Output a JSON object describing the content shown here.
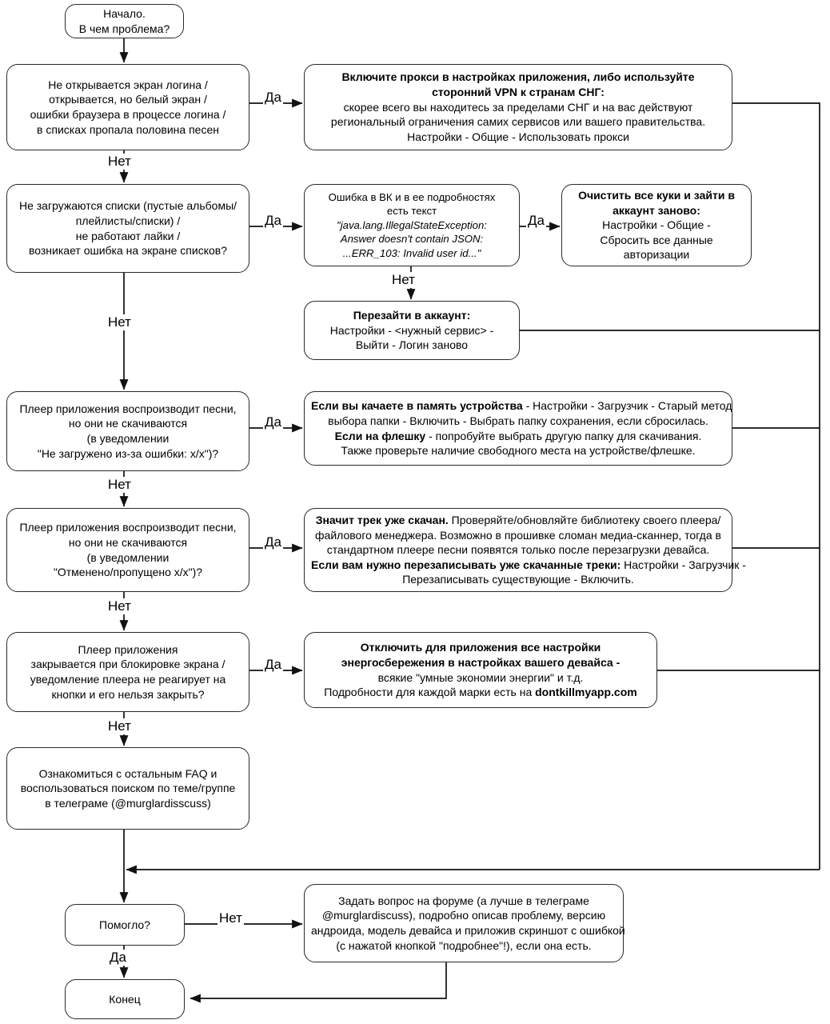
{
  "diagram": {
    "title": "Murglar troubleshooting flowchart",
    "language": "ru",
    "colors": {
      "stroke": "#2b2b2b",
      "text": "#000000",
      "background": "#ffffff"
    },
    "edge_labels": {
      "yes": "Да",
      "no": "Нет"
    }
  },
  "nodes": {
    "start": {
      "name": "start",
      "lines": [
        "Начало.",
        "В чем проблема?"
      ]
    },
    "q1": {
      "name": "question-login-screen",
      "lines": [
        "Не открывается экран логина /",
        "открывается, но белый экран /",
        "ошибки браузера в процессе логина /",
        "в списках пропала половина песен"
      ]
    },
    "a1": {
      "name": "action-enable-proxy",
      "lines": [
        "Включите прокси в настройках приложения, либо используйте",
        "сторонний VPN к странам СНГ:",
        "скорее всего вы находитесь за пределами СНГ и на вас действуют",
        "региональный ограничения самих сервисов или вашего правительства.",
        "Настройки - Общие - Использовать прокси"
      ],
      "bold_lines": [
        0,
        1
      ]
    },
    "q2": {
      "name": "question-lists-not-loading",
      "lines": [
        "Не загружаются списки (пустые альбомы/",
        "плейлисты/списки) /",
        "не работают лайки /",
        "возникает ошибка на экране списков?"
      ]
    },
    "q2b": {
      "name": "question-vk-error-text",
      "lines": [
        "Ошибка в ВК и в ее подробностях",
        "есть текст",
        "\"java.lang.IllegalStateException:",
        "Answer doesn't contain JSON:",
        "...ERR_103: Invalid user id...\""
      ],
      "italic_lines": [
        2,
        3,
        4
      ]
    },
    "a2": {
      "name": "action-clear-cookies",
      "lines": [
        "Очистить все куки и зайти в",
        "аккаунт заново:",
        "Настройки - Общие -",
        "Сбросить все данные",
        "авторизации"
      ],
      "bold_lines": [
        0,
        1
      ]
    },
    "a2b": {
      "name": "action-relogin-account",
      "lines": [
        "Перезайти в аккаунт:",
        "Настройки - <нужный сервис> -",
        "Выйти - Логин заново"
      ],
      "bold_lines": [
        0
      ]
    },
    "q3": {
      "name": "question-download-error",
      "lines": [
        "Плеер приложения воспроизводит песни,",
        "но они не скачиваются",
        "(в уведомлении",
        "\"Не загружено из-за ошибки: x/x\")?"
      ]
    },
    "a3": {
      "name": "action-downloader-folder",
      "lines": [
        "<b>Если вы качаете в память устройства</b> - Настройки - Загрузчик - Старый метод",
        "выбора папки - Включить - Выбрать папку сохранения, если сбросилась.",
        "<b>Если на флешку</b> - попробуйте выбрать другую папку для скачивания.",
        "Также проверьте наличие свободного места на устройстве/флешке."
      ],
      "rich": true
    },
    "q4": {
      "name": "question-download-skipped",
      "lines": [
        "Плеер приложения воспроизводит песни,",
        "но они не скачиваются",
        "(в уведомлении",
        "\"Отменено/пропущено x/x\")?"
      ]
    },
    "a4": {
      "name": "action-track-already-downloaded",
      "lines": [
        "<b>Значит трек уже скачан.</b> Проверяйте/обновляйте библиотеку своего плеера/",
        "файлового менеджера. Возможно в прошивке сломан медиа-сканнер, тогда в",
        "стандартном плеере песни появятся только после перезагрузки девайса.",
        "<b>Если вам нужно перезаписывать уже скачанные треки:</b> Настройки - Загрузчик -",
        "Перезаписывать существующие - Включить."
      ],
      "rich": true
    },
    "q5": {
      "name": "question-player-closes",
      "lines": [
        "Плеер приложения",
        "закрывается при блокировке экрана /",
        "уведомление плеера не реагирует на",
        "кнопки и его нельзя закрыть?"
      ]
    },
    "a5": {
      "name": "action-disable-battery-saving",
      "lines": [
        "<b>Отключить для приложения все настройки</b>",
        "<b>энергосбережения в настройках вашего девайса -</b>",
        "всякие \"умные экономии энергии\" и т.д.",
        "Подробности для каждой марки есть на <b>dontkillmyapp.com</b>"
      ],
      "rich": true
    },
    "faq": {
      "name": "action-read-faq",
      "lines": [
        "Ознакомиться с остальным FAQ и",
        "воспользоваться поиском по теме/группе",
        "в телеграме (@murglardisscuss)"
      ]
    },
    "helped": {
      "name": "question-helped",
      "lines": [
        "Помогло?"
      ]
    },
    "ask": {
      "name": "action-ask-on-forum",
      "lines": [
        "Задать вопрос на форуме (а лучше в телеграме",
        "@murglardiscuss), подробно описав проблему, версию",
        "андроида, модель девайса и приложив скриншот с ошибкой",
        "(с нажатой кнопкой \"подробнее\"!), если она есть."
      ]
    },
    "end": {
      "name": "end",
      "lines": [
        "Конец"
      ]
    }
  },
  "edges": [
    {
      "from": "start",
      "to": "q1",
      "label": ""
    },
    {
      "from": "q1",
      "to": "a1",
      "label": "Да"
    },
    {
      "from": "q1",
      "to": "q2",
      "label": "Нет"
    },
    {
      "from": "q2",
      "to": "q2b",
      "label": "Да"
    },
    {
      "from": "q2b",
      "to": "a2",
      "label": "Да"
    },
    {
      "from": "q2b",
      "to": "a2b",
      "label": "Нет"
    },
    {
      "from": "q2",
      "to": "q3",
      "label": "Нет"
    },
    {
      "from": "q3",
      "to": "a3",
      "label": "Да"
    },
    {
      "from": "q3",
      "to": "q4",
      "label": "Нет"
    },
    {
      "from": "q4",
      "to": "a4",
      "label": "Да"
    },
    {
      "from": "q4",
      "to": "q5",
      "label": "Нет"
    },
    {
      "from": "q5",
      "to": "a5",
      "label": "Да"
    },
    {
      "from": "q5",
      "to": "faq",
      "label": "Нет"
    },
    {
      "from": "faq",
      "to": "helped",
      "label": ""
    },
    {
      "from": "helped",
      "to": "end",
      "label": "Да"
    },
    {
      "from": "helped",
      "to": "ask",
      "label": "Нет"
    },
    {
      "from": "ask",
      "to": "end",
      "label": ""
    }
  ]
}
